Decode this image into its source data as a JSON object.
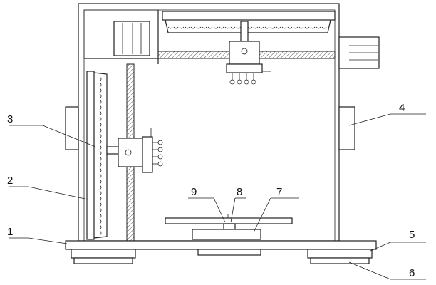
{
  "labels": [
    {
      "id": "1",
      "text": "1"
    },
    {
      "id": "2",
      "text": "2"
    },
    {
      "id": "3",
      "text": "3"
    },
    {
      "id": "4",
      "text": "4"
    },
    {
      "id": "5",
      "text": "5"
    },
    {
      "id": "6",
      "text": "6"
    },
    {
      "id": "7",
      "text": "7"
    },
    {
      "id": "8",
      "text": "8"
    },
    {
      "id": "9",
      "text": "9"
    }
  ],
  "colors": {
    "line": "#222222",
    "background": "#ffffff"
  }
}
